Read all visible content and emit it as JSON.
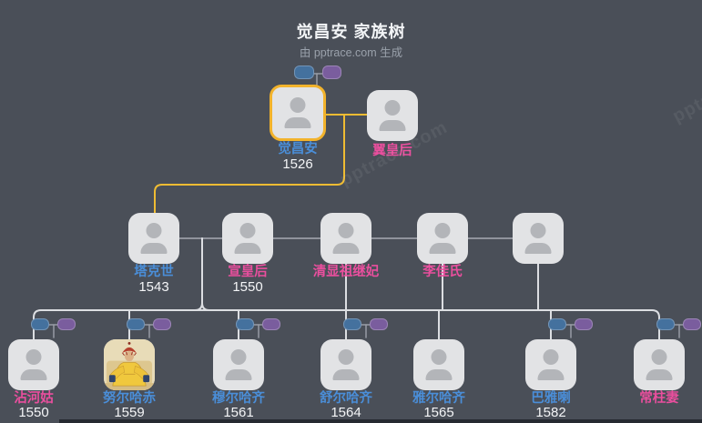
{
  "header": {
    "title": "觉昌安 家族树",
    "subtitle": "由 pptrace.com 生成"
  },
  "watermark": "pptrace.com",
  "colors": {
    "background": "#4a4f58",
    "male_name": "#4a8ed8",
    "female_name": "#ea4f9e",
    "highlight_border": "#f2b32c",
    "highlight_line": "#efbc33",
    "connector_light": "#dcdee2",
    "connector_gray": "#90939c",
    "mini_male": "#44719e",
    "mini_female": "#7a5d9e",
    "node_fill": "#e2e3e5"
  },
  "tree": {
    "generations": [
      {
        "persons": [
          {
            "id": "juechangan",
            "name": "觉昌安",
            "year": "1526",
            "gender": "male",
            "highlighted": true,
            "collapsed_parents": true
          },
          {
            "id": "yihuanghou",
            "name": "翼皇后",
            "year": "",
            "gender": "female"
          }
        ]
      },
      {
        "persons": [
          {
            "id": "takeshi",
            "name": "塔克世",
            "year": "1543",
            "gender": "male"
          },
          {
            "id": "xuanhuanghou",
            "name": "宣皇后",
            "year": "1550",
            "gender": "female"
          },
          {
            "id": "qingxianzujifei",
            "name": "清显祖继妃",
            "year": "",
            "gender": "female"
          },
          {
            "id": "lijiashi",
            "name": "李佳氏",
            "year": "",
            "gender": "female"
          },
          {
            "id": "weiming",
            "name": "",
            "year": "",
            "gender": "unknown"
          }
        ]
      },
      {
        "persons": [
          {
            "id": "zhanhegu",
            "name": "沾河姑",
            "year": "1550",
            "gender": "female",
            "collapsed_spouse": true
          },
          {
            "id": "nuerhachi",
            "name": "努尔哈赤",
            "year": "1559",
            "gender": "male",
            "collapsed_spouse": true,
            "portrait": true
          },
          {
            "id": "muerhaqi",
            "name": "穆尔哈齐",
            "year": "1561",
            "gender": "male",
            "collapsed_spouse": true
          },
          {
            "id": "shuerhaqi",
            "name": "舒尔哈齐",
            "year": "1564",
            "gender": "male",
            "collapsed_spouse": true
          },
          {
            "id": "yaerhaqi",
            "name": "雅尔哈齐",
            "year": "1565",
            "gender": "male"
          },
          {
            "id": "bayala",
            "name": "巴雅喇",
            "year": "1582",
            "gender": "male",
            "collapsed_spouse": true
          },
          {
            "id": "changzhuqi",
            "name": "常柱妻",
            "year": "",
            "gender": "female",
            "collapsed_spouse": true
          }
        ]
      }
    ]
  }
}
